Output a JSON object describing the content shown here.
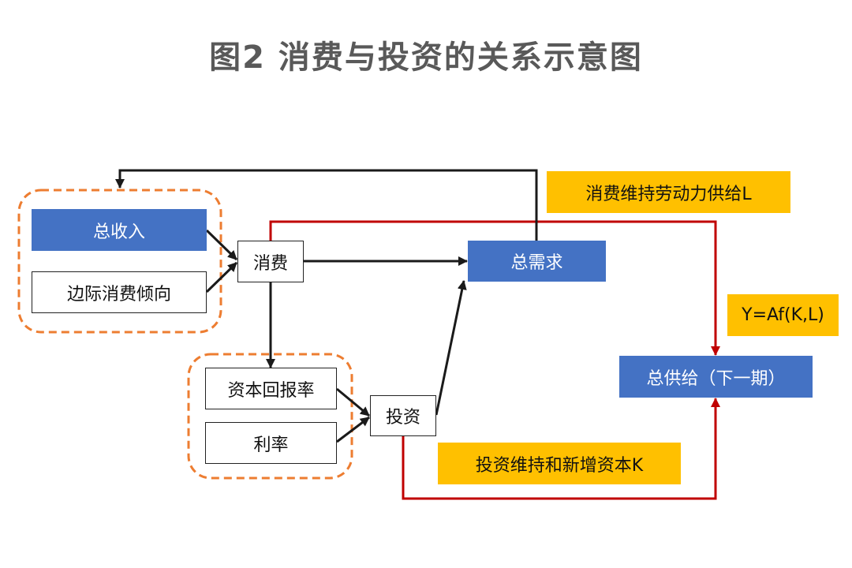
{
  "title": "图2 消费与投资的关系示意图",
  "colors": {
    "blue_box": "#4472c4",
    "annotation": "#ffc000",
    "dashed_group": "#ed7d31",
    "black_arrow": "#1a1a1a",
    "red_arrow": "#c00000",
    "title_text": "#595959"
  },
  "nodes": {
    "total_income": "总收入",
    "mpc": "边际消费倾向",
    "consumption": "消费",
    "total_demand": "总需求",
    "return_on_capital": "资本回报率",
    "interest_rate": "利率",
    "investment": "投资",
    "total_supply": "总供给（下一期）"
  },
  "annotations": {
    "labor": "消费维持劳动力供给L",
    "production_function": "Y=Af(K,L)",
    "capital": "投资维持和新增资本K"
  },
  "edges": [
    {
      "from": "total_income",
      "to": "consumption",
      "color": "black"
    },
    {
      "from": "mpc",
      "to": "consumption",
      "color": "black"
    },
    {
      "from": "consumption",
      "to": "total_demand",
      "color": "black"
    },
    {
      "from": "consumption",
      "to": "return_on_capital",
      "color": "black"
    },
    {
      "from": "return_on_capital",
      "to": "investment",
      "color": "black"
    },
    {
      "from": "interest_rate",
      "to": "investment",
      "color": "black"
    },
    {
      "from": "investment",
      "to": "total_demand",
      "color": "black"
    },
    {
      "from": "total_demand",
      "to": "total_income",
      "color": "black"
    },
    {
      "from": "consumption",
      "to": "total_supply",
      "color": "red",
      "label": "labor"
    },
    {
      "from": "investment",
      "to": "total_supply",
      "color": "red",
      "label": "capital"
    }
  ]
}
